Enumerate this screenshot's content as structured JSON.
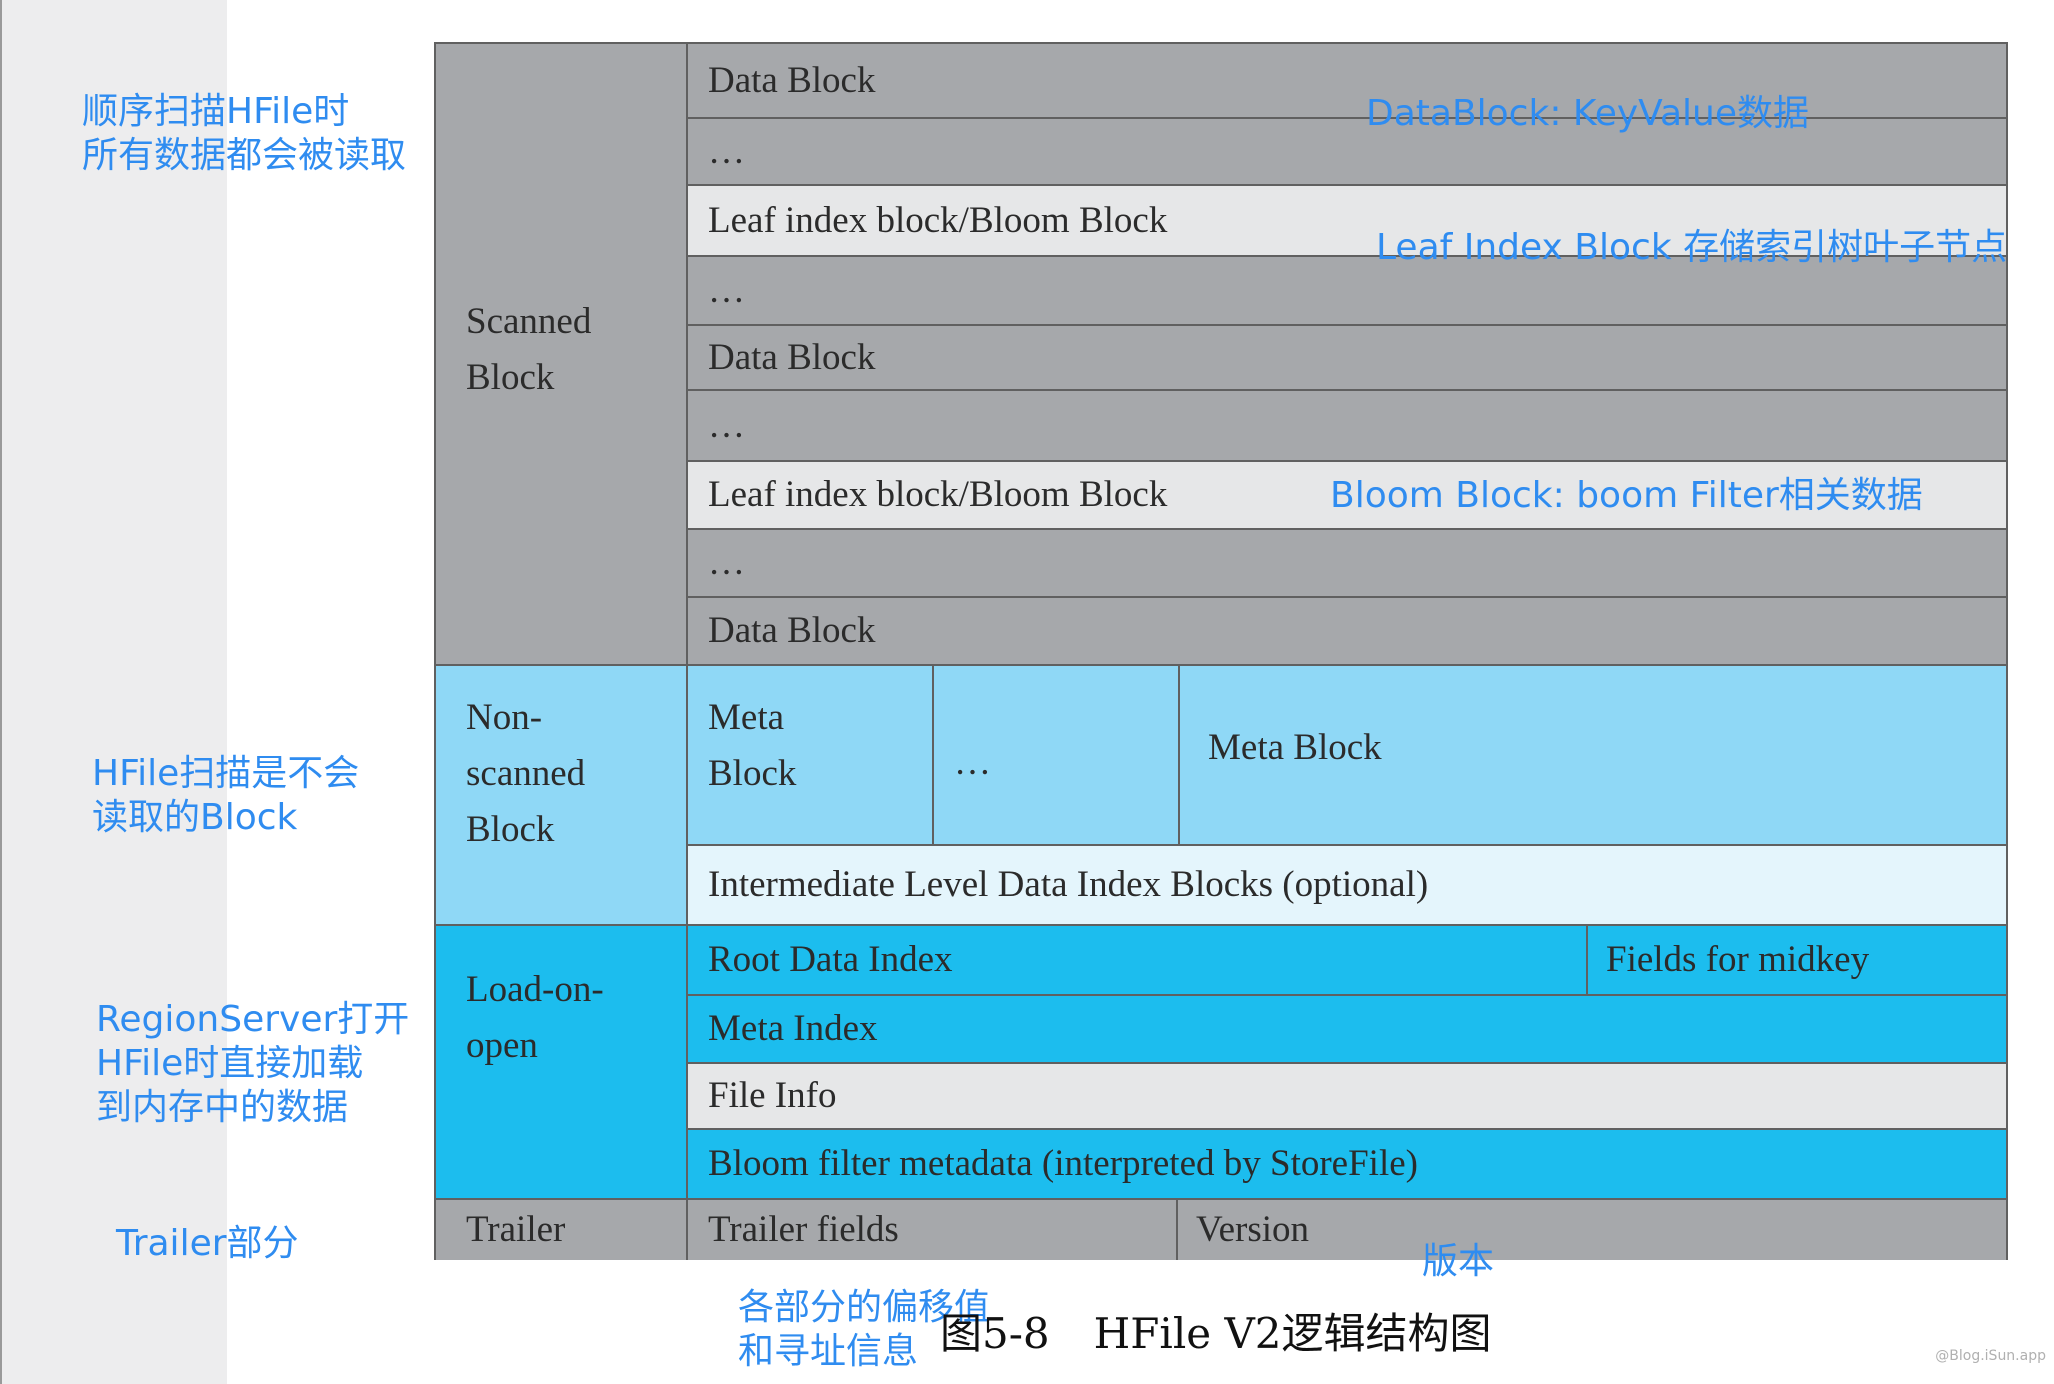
{
  "sections": {
    "scanned": [
      "Scanned",
      "Block"
    ],
    "non_scanned": [
      "Non-",
      "scanned",
      "Block"
    ],
    "load_on_open": [
      "Load-on-",
      "open"
    ],
    "trailer": "Trailer"
  },
  "scanned_rows": [
    "Data Block",
    "…",
    "Leaf index block/Bloom Block",
    "…",
    "Data Block",
    "…",
    "Leaf index block/Bloom Block",
    "…",
    "Data Block"
  ],
  "non_scanned_rows": {
    "meta_block_1": [
      "Meta",
      "Block"
    ],
    "ellipsis": "…",
    "meta_block_2": "Meta Block",
    "intermediate": "Intermediate Level Data Index Blocks (optional)"
  },
  "load_on_open_rows": {
    "root_index": "Root Data Index",
    "midkey": "Fields for midkey",
    "meta_index": "Meta Index",
    "file_info": "File Info",
    "bloom_meta": "Bloom filter metadata (interpreted by StoreFile)"
  },
  "trailer_rows": {
    "fields": "Trailer fields",
    "version": "Version"
  },
  "annotations": {
    "scan_all": [
      "顺序扫描HFile时",
      "所有数据都会被读取"
    ],
    "non_scan": [
      "HFile扫描是不会",
      "读取的Block"
    ],
    "load_open": [
      "RegionServer打开",
      "HFile时直接加载",
      "到内存中的数据"
    ],
    "trailer": "Trailer部分",
    "datablock": "DataBlock: KeyValue数据",
    "leaf_index": "Leaf Index Block 存储索引树叶子节点",
    "bloom": "Bloom Block: boom Filter相关数据",
    "version": "版本",
    "offset": [
      "各部分的偏移值",
      "和寻址信息"
    ]
  },
  "caption": {
    "figure_no": "图5-8",
    "title": "HFile V2逻辑结构图"
  },
  "watermark": "@Blog.iSun.app",
  "colors": {
    "scanned": "#a6a8ab",
    "leaf_rows": "#e6e7e8",
    "non_scanned": "#8fd8f6",
    "intermediate": "#e4f5fc",
    "load_on_open": "#1cbdee",
    "annotation": "#2f8cf0"
  }
}
